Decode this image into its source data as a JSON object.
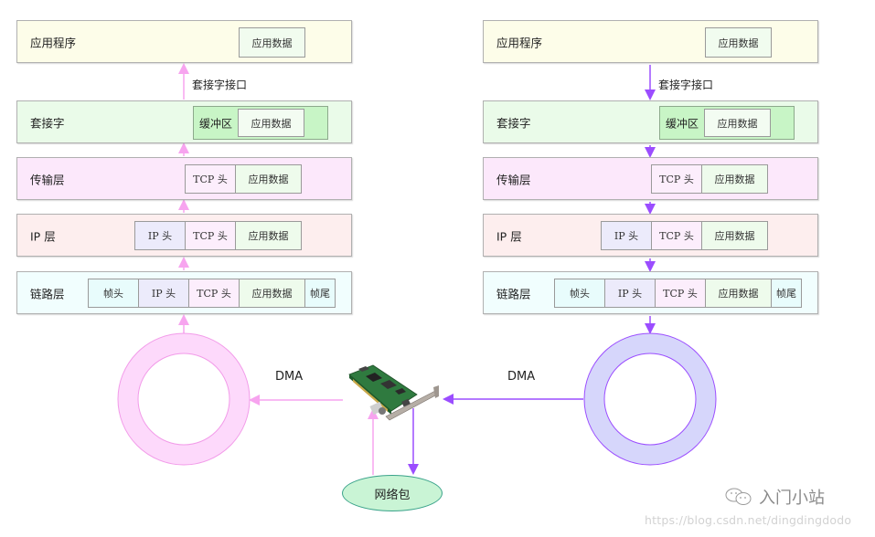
{
  "receive_stack": {
    "layers": {
      "app": {
        "label": "应用程序",
        "data": "应用数据"
      },
      "socket_interface": "套接字接口",
      "socket": {
        "label": "套接字",
        "buffer_label": "缓冲区",
        "data": "应用数据"
      },
      "transport": {
        "label": "传输层",
        "segments": [
          "TCP 头",
          "应用数据"
        ]
      },
      "ip": {
        "label": "IP 层",
        "segments": [
          "IP 头",
          "TCP 头",
          "应用数据"
        ]
      },
      "link": {
        "label": "链路层",
        "segments": [
          "帧头",
          "IP 头",
          "TCP 头",
          "应用数据",
          "帧尾"
        ]
      }
    },
    "dma_label": "DMA",
    "arrow_direction": "up",
    "arrow_color": "#f7a4ef",
    "ring_color": "#fdd9fb"
  },
  "send_stack": {
    "layers": {
      "app": {
        "label": "应用程序",
        "data": "应用数据"
      },
      "socket_interface": "套接字接口",
      "socket": {
        "label": "套接字",
        "buffer_label": "缓冲区",
        "data": "应用数据"
      },
      "transport": {
        "label": "传输层",
        "segments": [
          "TCP 头",
          "应用数据"
        ]
      },
      "ip": {
        "label": "IP 层",
        "segments": [
          "IP 头",
          "TCP 头",
          "应用数据"
        ]
      },
      "link": {
        "label": "链路层",
        "segments": [
          "帧头",
          "IP 头",
          "TCP 头",
          "应用数据",
          "帧尾"
        ]
      }
    },
    "dma_label": "DMA",
    "arrow_direction": "down",
    "arrow_color": "#9b4dff",
    "ring_color": "#d6d6fb"
  },
  "nic": {
    "icon": "network-card-icon"
  },
  "packet": {
    "label": "网络包"
  },
  "watermark": {
    "name": "入门小站",
    "url": "https://blog.csdn.net/dingdingdodo",
    "icon": "wechat-icon"
  }
}
